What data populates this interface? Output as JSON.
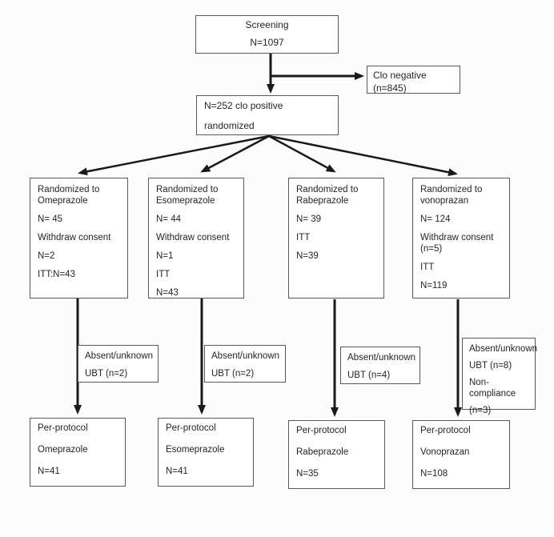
{
  "diagram": {
    "type": "consort-flowchart",
    "screening": {
      "lines": [
        "Screening",
        "N=1097"
      ]
    },
    "clo_negative": {
      "lines": [
        "Clo negative",
        "(n=845)"
      ]
    },
    "randomized": {
      "lines": [
        "N=252 clo positive",
        "randomized"
      ]
    },
    "arms": [
      {
        "name": "omeprazole",
        "randomized_box": [
          "Randomized to Omeprazole",
          "N= 45",
          "Withdraw consent",
          "N=2",
          "ITT:N=43"
        ],
        "exclusion_box": [
          "Absent/unknown",
          "UBT (n=2)"
        ],
        "per_protocol_box": [
          "Per-protocol",
          "Omeprazole",
          "N=41"
        ]
      },
      {
        "name": "esomeprazole",
        "randomized_box": [
          "Randomized to Esomeprazole",
          "N= 44",
          "Withdraw consent",
          "N=1",
          "ITT",
          "N=43"
        ],
        "exclusion_box": [
          "Absent/unknown",
          "UBT (n=2)"
        ],
        "per_protocol_box": [
          "Per-protocol",
          "Esomeprazole",
          "N=41"
        ]
      },
      {
        "name": "rabeprazole",
        "randomized_box": [
          "Randomized to Rabeprazole",
          "N= 39",
          "ITT",
          "N=39"
        ],
        "exclusion_box": [
          "Absent/unknown",
          "UBT (n=4)"
        ],
        "per_protocol_box": [
          "Per-protocol",
          "Rabeprazole",
          "N=35"
        ]
      },
      {
        "name": "vonoprazan",
        "randomized_box": [
          "Randomized to vonoprazan",
          "N= 124",
          "Withdraw consent (n=5)",
          "ITT",
          "N=119"
        ],
        "exclusion_box": [
          "Absent/unknown",
          "UBT (n=8)",
          "Non-compliance",
          "(n=3)"
        ],
        "per_protocol_box": [
          "Per-protocol",
          "Vonoprazan",
          "N=108"
        ]
      }
    ],
    "colors": {
      "background": "#fcfcfc",
      "box_border": "#595959",
      "text": "#262626",
      "arrow": "#1a1a1a"
    }
  }
}
